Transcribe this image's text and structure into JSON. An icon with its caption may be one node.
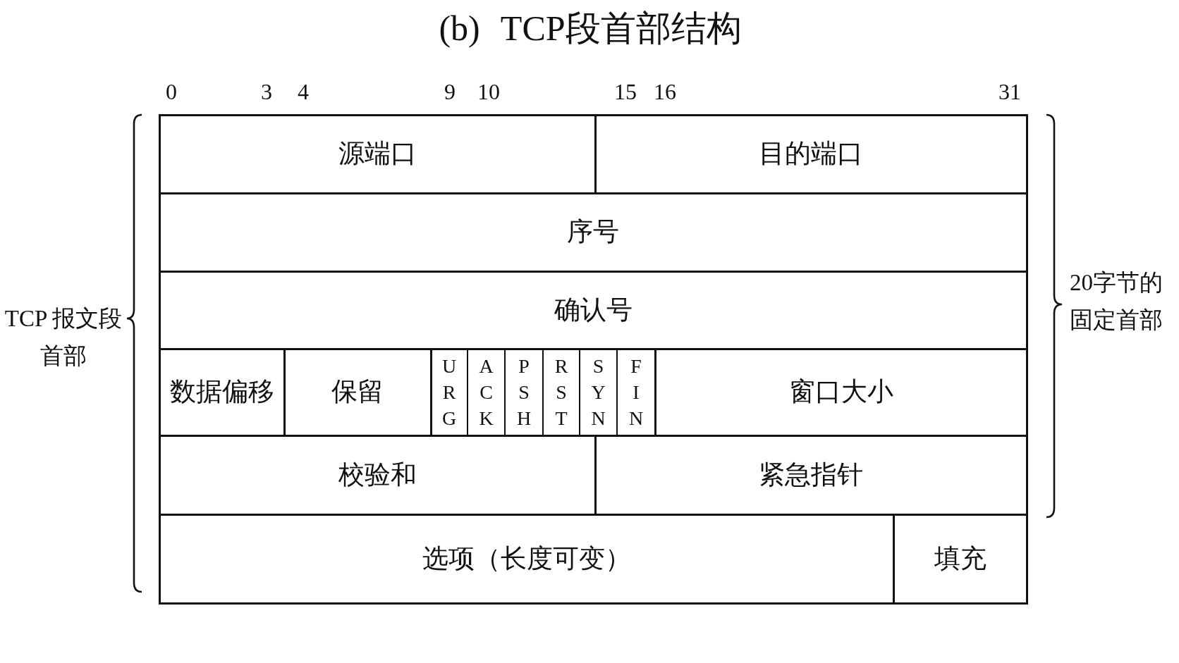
{
  "diagram": {
    "title": "(b) TCP段首部结构",
    "nodes": [
      {
        "text": [
          "源端口"
        ]
      },
      {
        "text": [
          "目的端口"
        ]
      },
      {
        "text": [
          "序号"
        ]
      },
      {
        "text": [
          "确认号"
        ]
      },
      {
        "text": [
          "数据偏移"
        ]
      },
      {
        "text": [
          "保留"
        ]
      },
      {
        "text": [
          "URG"
        ]
      },
      {
        "text": [
          "ACK"
        ]
      },
      {
        "text": [
          "PSH"
        ]
      },
      {
        "text": [
          "RST"
        ]
      },
      {
        "text": [
          "SYN"
        ]
      },
      {
        "text": [
          "FIN"
        ]
      },
      {
        "text": [
          "窗口大小"
        ]
      },
      {
        "text": [
          "校验和"
        ]
      },
      {
        "text": [
          "紧急指针"
        ]
      },
      {
        "text": [
          "选项（长度可变）"
        ]
      },
      {
        "text": [
          "填充"
        ]
      }
    ],
    "labels": [
      "0",
      "3",
      "4",
      "9",
      "10",
      "15",
      "16",
      "31",
      "TCP 报文段首部",
      "20字节的固定首部"
    ]
  }
}
